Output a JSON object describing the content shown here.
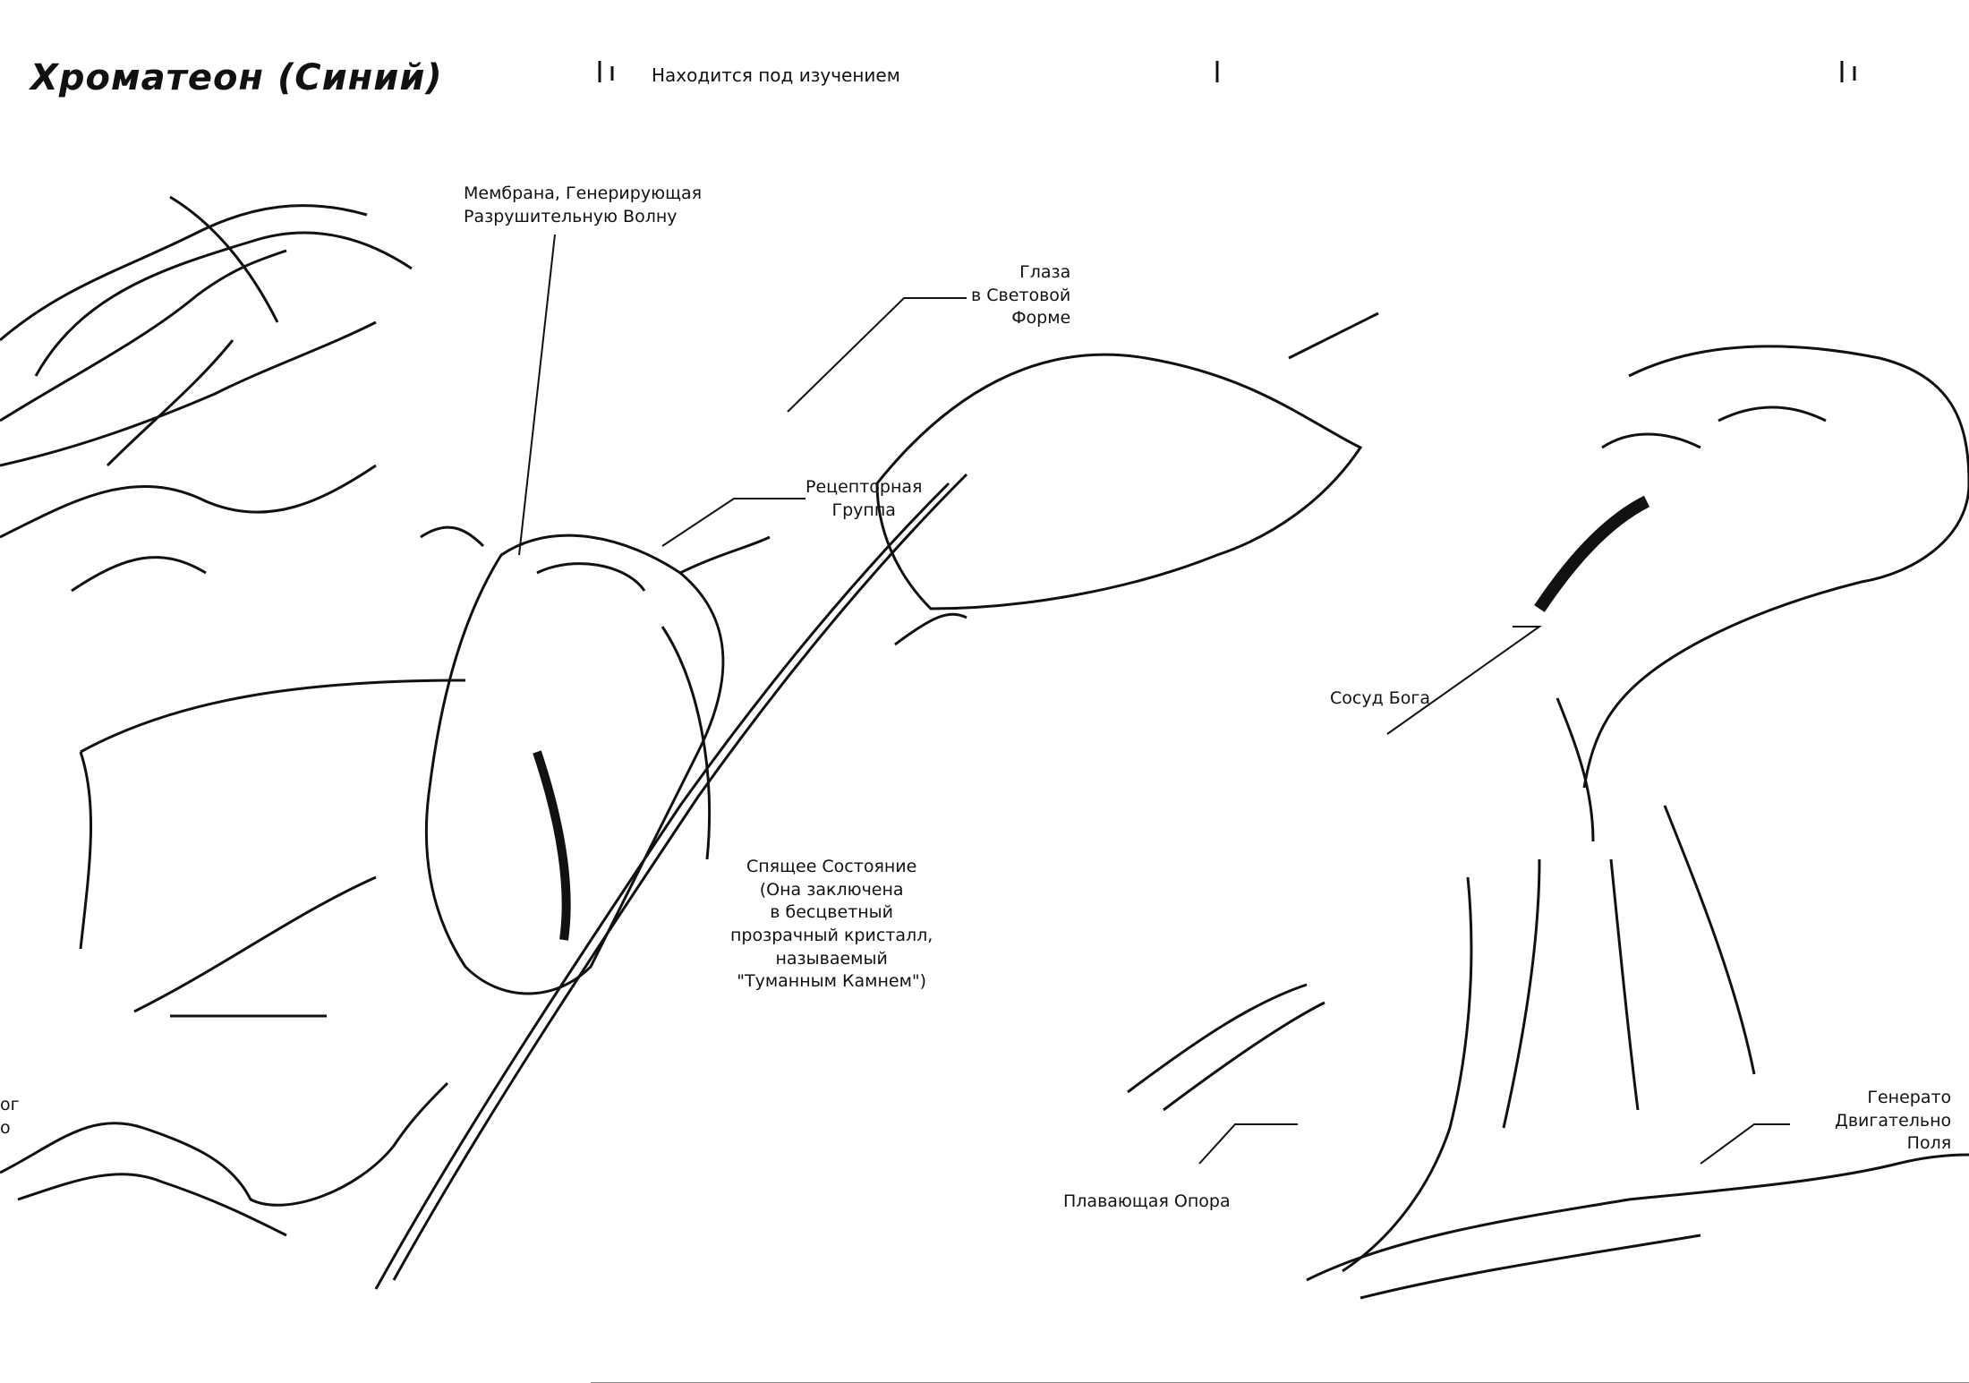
{
  "header": {
    "title": "Хроматеон (Синий)",
    "status": "Находится под изучением"
  },
  "labels": {
    "membrane": "Мембрана, Генерирующая\nРазрушительную Волну",
    "eyes": "Глаза\nв Световой\nФорме",
    "receptor": "Рецепторная\nГруппа",
    "vessel": "Сосуд Бога",
    "dormant": "Спящее Состояние\n(Она заключена\nв бесцветный\nпрозрачный кристалл,\nназываемый\n\"Туманным Камнем\")",
    "support": "Плавающая Опора",
    "field": "Генерато\nДвигательно\nПоля",
    "left_edge": "ог\nо"
  }
}
